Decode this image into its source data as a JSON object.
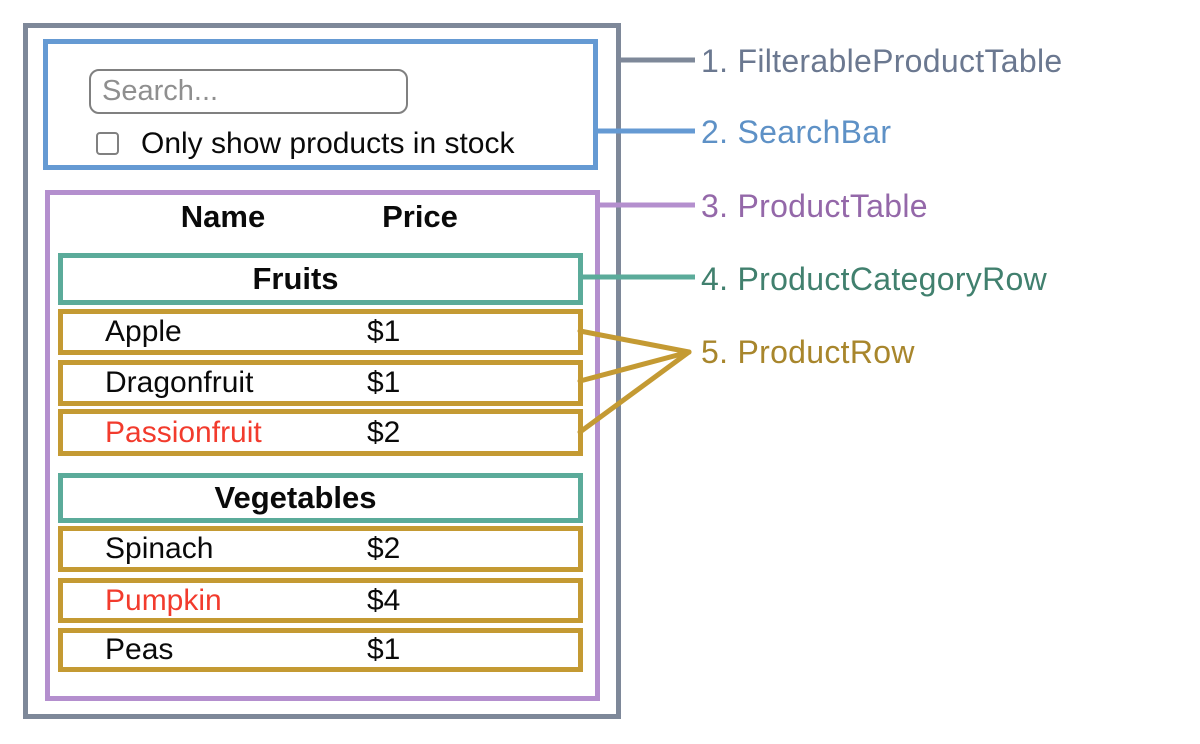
{
  "colors": {
    "slate_border": "#7e8899",
    "slate_text": "#6b7890",
    "blue_border": "#659ad3",
    "blue_text": "#5e91c6",
    "purple_border": "#b48fce",
    "purple_text": "#9468a9",
    "teal_border": "#5bab9a",
    "teal_text": "#41806e",
    "gold_border": "#c49a33",
    "gold_text": "#a8862c",
    "red_text": "#f23b2d"
  },
  "legend": {
    "items": [
      {
        "label": "1. FilterableProductTable"
      },
      {
        "label": "2. SearchBar"
      },
      {
        "label": "3. ProductTable"
      },
      {
        "label": "4. ProductCategoryRow"
      },
      {
        "label": "5. ProductRow"
      }
    ]
  },
  "search_bar": {
    "placeholder": "Search...",
    "checkbox_label": "Only show products in stock",
    "checkbox_checked": false
  },
  "product_table": {
    "headers": [
      "Name",
      "Price"
    ],
    "sections": [
      {
        "category": "Fruits",
        "rows": [
          {
            "name": "Apple",
            "price": "$1",
            "red": false
          },
          {
            "name": "Dragonfruit",
            "price": "$1",
            "red": false
          },
          {
            "name": "Passionfruit",
            "price": "$2",
            "red": true
          }
        ]
      },
      {
        "category": "Vegetables",
        "rows": [
          {
            "name": "Spinach",
            "price": "$2",
            "red": false
          },
          {
            "name": "Pumpkin",
            "price": "$4",
            "red": true
          },
          {
            "name": "Peas",
            "price": "$1",
            "red": false
          }
        ]
      }
    ]
  }
}
